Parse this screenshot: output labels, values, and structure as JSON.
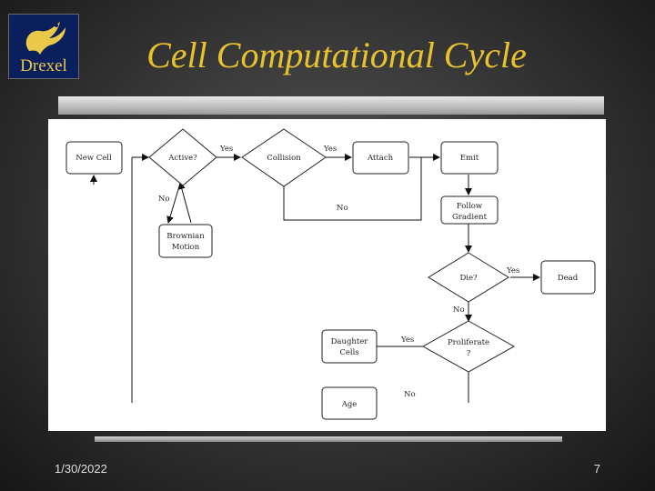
{
  "logo": {
    "text": "Drexel"
  },
  "slide": {
    "title": "Cell Computational Cycle"
  },
  "diagram": {
    "nodes": {
      "new_cell": "New Cell",
      "active": "Active?",
      "collision": "Collision",
      "attach": "Attach",
      "emit": "Emit",
      "follow_gradient_1": "Follow",
      "follow_gradient_2": "Gradient",
      "brownian_motion_1": "Brownian",
      "brownian_motion_2": "Motion",
      "die": "Die?",
      "dead": "Dead",
      "proliferate_1": "Proliferate",
      "proliferate_2": "?",
      "daughter_cells_1": "Daughter",
      "daughter_cells_2": "Cells",
      "age": "Age"
    },
    "edges": {
      "active_yes": "Yes",
      "active_no": "No",
      "collision_yes": "Yes",
      "collision_no": "No",
      "die_yes": "Yes",
      "die_no": "No",
      "proliferate_yes": "Yes",
      "proliferate_no": "No"
    }
  },
  "footer": {
    "date": "1/30/2022",
    "page": "7"
  },
  "colors": {
    "title": "#e8c22e",
    "logo_bg": "#0a1f5c",
    "logo_text": "#e9c84a"
  }
}
